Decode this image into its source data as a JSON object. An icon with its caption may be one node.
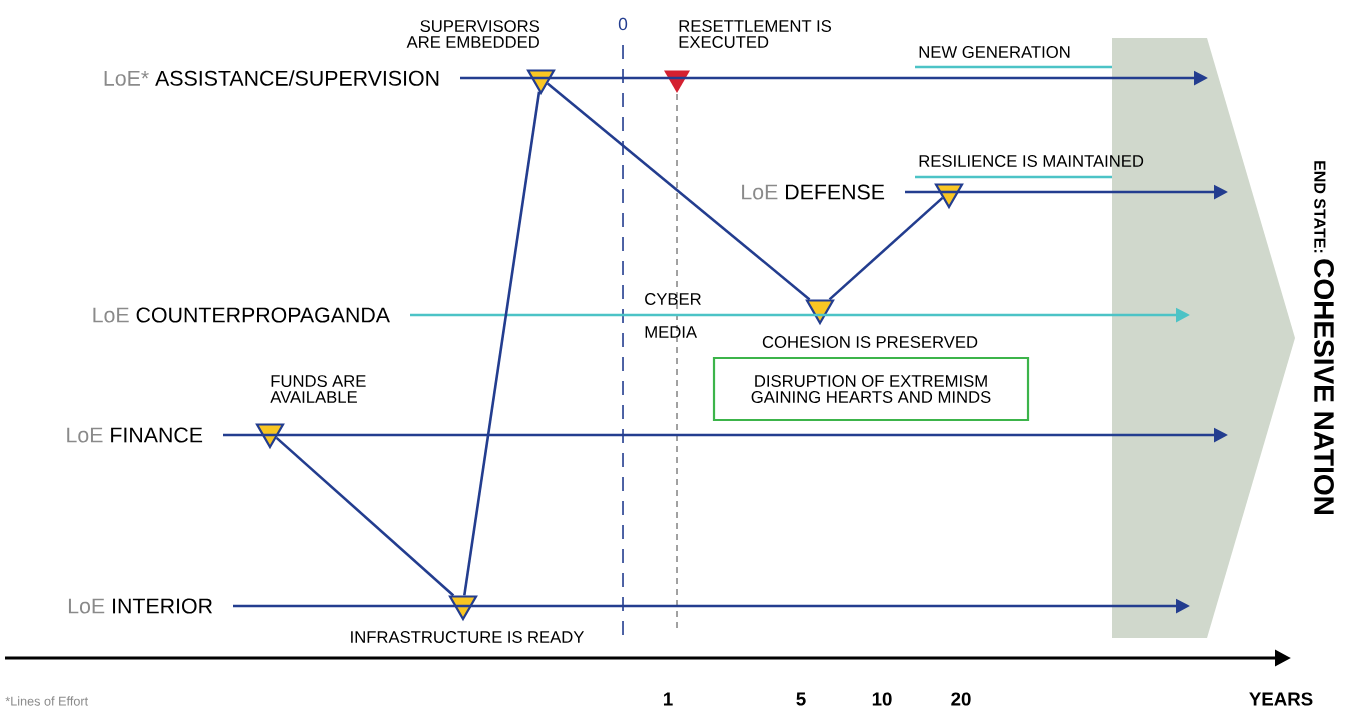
{
  "diagram": {
    "nodes": [
      {
        "text": [
          "LoE*",
          "ASSISTANCE/SUPERVISION"
        ]
      },
      {
        "text": [],
        "shape": "triangle",
        "beside": [
          "SUPERVISORS ARE EMBEDDED"
        ]
      },
      {
        "text": [],
        "shape": "triangle",
        "beside": [
          "RESETTLEMENT IS EXECUTED"
        ]
      },
      {
        "text": [
          "LoE",
          "DEFENSE"
        ]
      },
      {
        "text": [],
        "shape": "triangle"
      },
      {
        "text": [
          "LoE",
          "COUNTERPROPAGANDA"
        ]
      },
      {
        "text": [],
        "shape": "triangle",
        "beside": [
          "COHESION IS PRESERVED"
        ]
      },
      {
        "text": [
          "DISRUPTION OF EXTREMISM",
          "GAINING HEARTS AND MINDS"
        ]
      },
      {
        "text": [
          "LoE",
          "FINANCE"
        ]
      },
      {
        "text": [],
        "shape": "triangle",
        "beside": [
          "FUNDS ARE AVAILABLE"
        ]
      },
      {
        "text": [
          "LoE",
          "INTERIOR"
        ]
      },
      {
        "text": [],
        "shape": "triangle",
        "beside": [
          "INFRASTRUCTURE IS READY"
        ]
      },
      {
        "text": [
          "END STATE:",
          "COHESIVE NATION"
        ]
      }
    ],
    "edges": [
      {
        "from": 0,
        "to": 12,
        "arrow": "to"
      },
      {
        "from": 3,
        "to": 12,
        "arrow": "to"
      },
      {
        "from": 5,
        "to": 12,
        "arrow": "to",
        "color": "#4cc3c6"
      },
      {
        "from": 8,
        "to": 12,
        "arrow": "to"
      },
      {
        "from": 10,
        "to": 12,
        "arrow": "to"
      },
      {
        "from": 9,
        "to": 11,
        "arrow": "none"
      },
      {
        "from": 11,
        "to": 1,
        "arrow": "none"
      },
      {
        "from": 1,
        "to": 6,
        "arrow": "none"
      },
      {
        "from": 6,
        "to": 4,
        "arrow": "none"
      }
    ],
    "labels": [
      "0",
      "NEW GENERATION",
      "RESILIENCE IS MAINTAINED",
      "CYBER",
      "MEDIA",
      "*Lines of Effort",
      "1",
      "5",
      "10",
      "20",
      "YEARS"
    ]
  }
}
